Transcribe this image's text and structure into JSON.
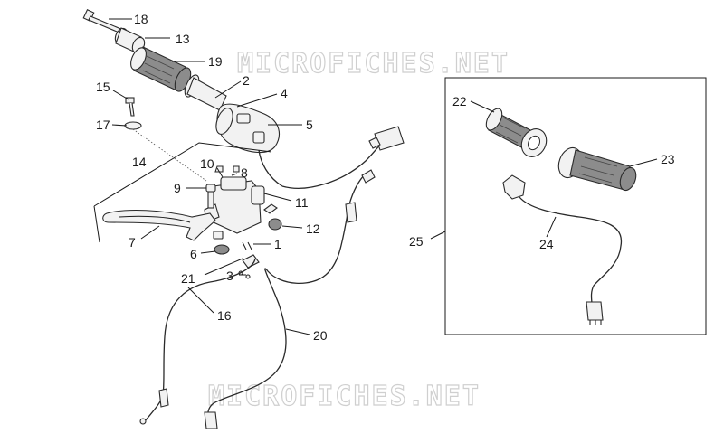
{
  "diagram": {
    "watermarks": [
      "MICROFICHES.NET",
      "MICROFICHES.NET"
    ],
    "callouts": [
      "18",
      "13",
      "19",
      "2",
      "4",
      "5",
      "15",
      "17",
      "14",
      "10",
      "8",
      "9",
      "11",
      "12",
      "1",
      "6",
      "7",
      "21",
      "3",
      "16",
      "20",
      "22",
      "23",
      "24",
      "25"
    ]
  },
  "colors": {
    "line": "#1a1a1a",
    "part_fill": "#f2f2f2",
    "rubber": "#8c8c8c",
    "watermark": "#cfcfcf"
  }
}
